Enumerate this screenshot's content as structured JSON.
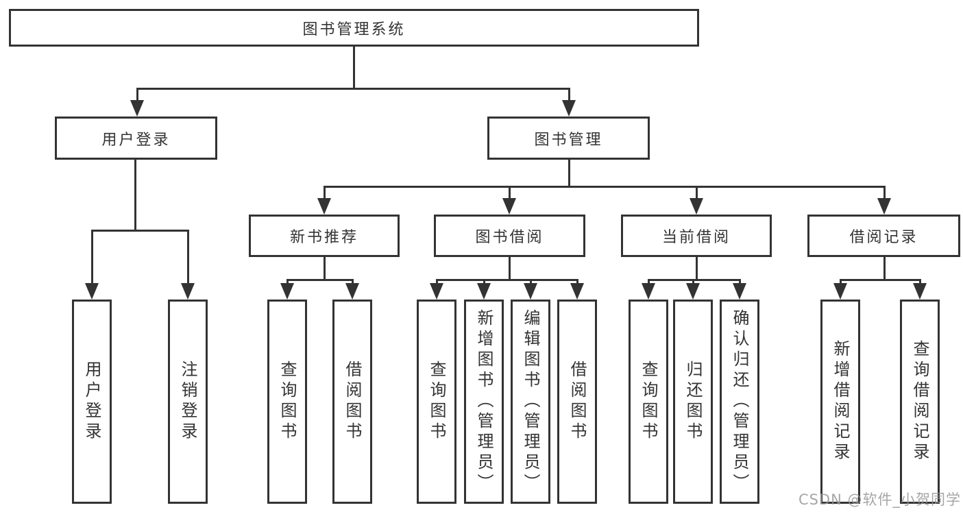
{
  "root": {
    "label": "图书管理系统"
  },
  "level2": {
    "user_login": {
      "label": "用户登录"
    },
    "book_mgmt": {
      "label": "图书管理"
    }
  },
  "level3": {
    "new_books": {
      "label": "新书推荐"
    },
    "book_borrow": {
      "label": "图书借阅"
    },
    "current_borrow": {
      "label": "当前借阅"
    },
    "borrow_records": {
      "label": "借阅记录"
    }
  },
  "leaves": {
    "user_login": {
      "login": "用户登录",
      "logout": "注销登录"
    },
    "new_books": {
      "query": "查询图书",
      "borrow": "借阅图书"
    },
    "book_borrow": {
      "query": "查询图书",
      "add": "新增图书（管理员）",
      "edit": "编辑图书（管理员）",
      "borrow": "借阅图书"
    },
    "current_borrow": {
      "query": "查询图书",
      "return": "归还图书",
      "confirm": "确认归还（管理员）"
    },
    "borrow_records": {
      "add": "新增借阅记录",
      "query": "查询借阅记录"
    }
  },
  "watermark": {
    "text": "CSDN @软件_小贺同学"
  },
  "colors": {
    "line": "#333333",
    "background": "#ffffff",
    "watermark_gray": "#969696"
  }
}
